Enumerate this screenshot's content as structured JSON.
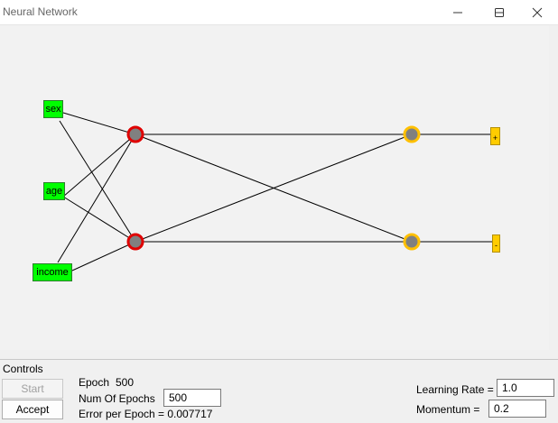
{
  "window": {
    "title": "Neural Network",
    "buttons": [
      "minimize-icon",
      "maximize-icon",
      "close-icon"
    ]
  },
  "network": {
    "inputs": [
      "sex",
      "age",
      "income"
    ],
    "outputs": [
      "+",
      "-"
    ],
    "colors": {
      "input_node": "#00ff00",
      "hidden_node": "#e00000",
      "output_node": "#ffc000",
      "node_center": "#808080",
      "output_label": "#ffcc00"
    }
  },
  "controls": {
    "title": "Controls",
    "start_label": "Start",
    "accept_label": "Accept",
    "epoch_label": "Epoch",
    "epoch_value": "500",
    "num_epochs_label": "Num Of Epochs",
    "num_epochs_value": "500",
    "error_label": "Error per Epoch = 0.007717",
    "learning_rate_label": "Learning Rate =",
    "learning_rate_value": "1.0",
    "momentum_label": "Momentum =",
    "momentum_value": "0.2"
  }
}
